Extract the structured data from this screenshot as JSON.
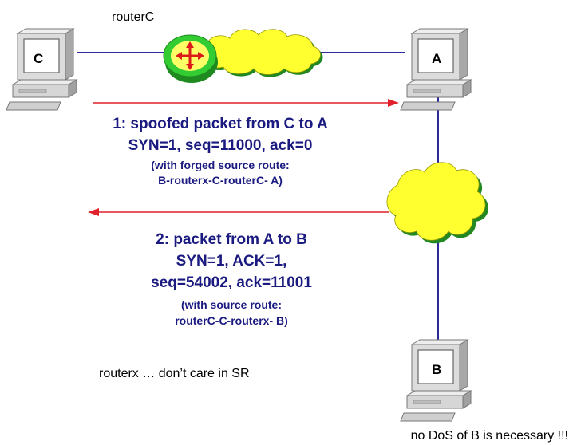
{
  "router_label": "routerC",
  "hosts": {
    "c": "C",
    "a": "A",
    "b": "B"
  },
  "msg1": {
    "line1": "1: spoofed packet from C to A",
    "line2": "SYN=1, seq=11000, ack=0",
    "line3": "(with forged source route:",
    "line4": "B-routerx-C-routerC- A)"
  },
  "msg2": {
    "line1": "2: packet from A to B",
    "line2": "SYN=1, ACK=1,",
    "line3": "seq=54002, ack=11001",
    "line4": "(with source route:",
    "line5": "routerC-C-routerx- B)"
  },
  "note": "routerx … don’t care in SR",
  "footer": "no DoS of B is necessary !!!",
  "colors": {
    "arrow": "#e0202a",
    "text_blue": "#1a1a80",
    "cloud_fill": "#ffff30",
    "link_line": "#2a2a9a",
    "router_green": "#33cc33",
    "router_red": "#dd1a1a"
  }
}
